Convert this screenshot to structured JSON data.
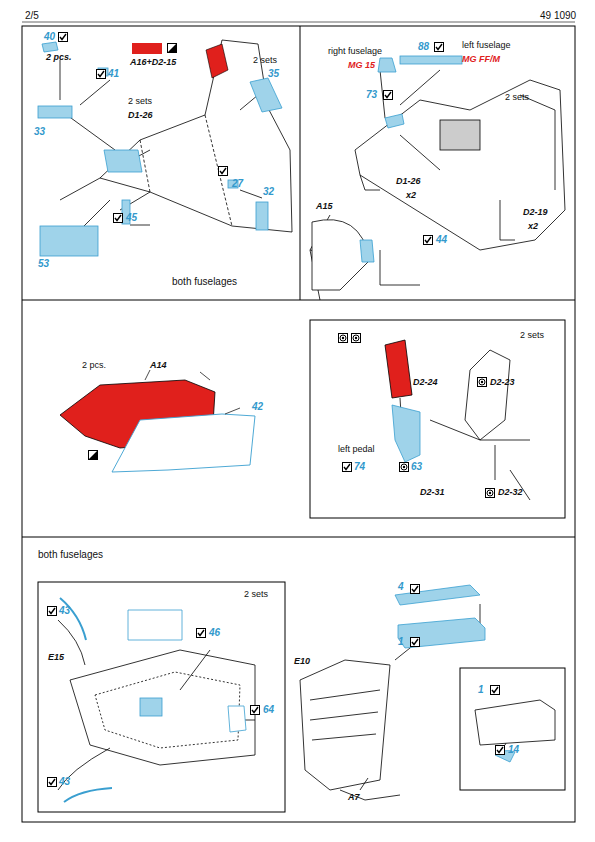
{
  "diagram": {
    "labels": [
      "2/5",
      "49 1090",
      "40",
      "2 pcs.",
      "A16+D2-15",
      "2 sets",
      "41",
      "35",
      "33",
      "2 sets",
      "D1-26",
      "27",
      "32",
      "45",
      "53",
      "both fuselages",
      "right fuselage",
      "MG 15",
      "88",
      "left fuselage",
      "MG FF/M",
      "73",
      "2 sets",
      "D1-26",
      "x2",
      "A15",
      "44",
      "D2-19",
      "x2",
      "2 pcs.",
      "A14",
      "42",
      "2 sets",
      "D2-24",
      "D2-23",
      "left pedal",
      "74",
      "63",
      "D2-31",
      "D2-32",
      "both fuselages",
      "2 sets",
      "43",
      "46",
      "E15",
      "64",
      "43",
      "4",
      "1",
      "E10",
      "1",
      "14",
      "A7"
    ]
  }
}
